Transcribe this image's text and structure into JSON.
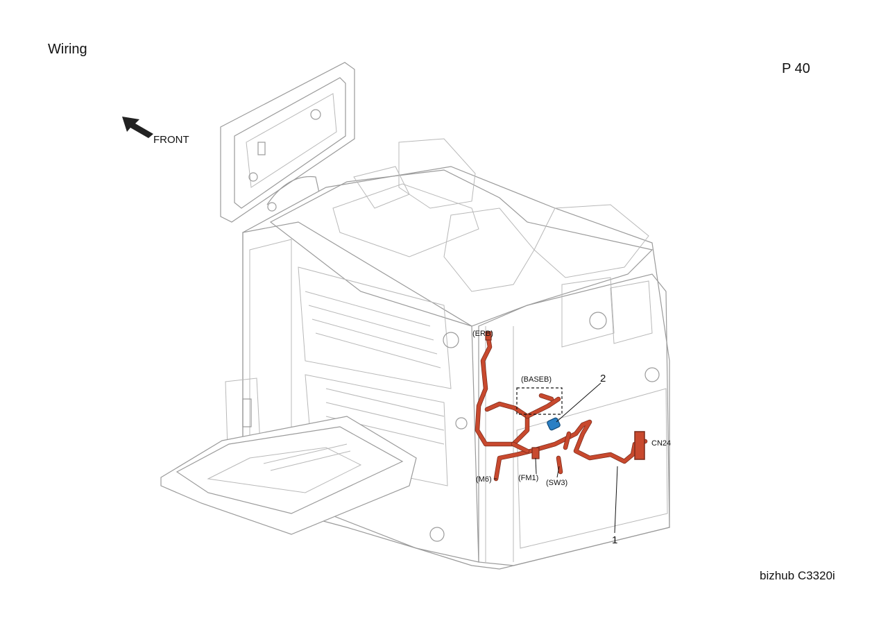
{
  "header": {
    "title": "Wiring",
    "page_number": "P 40"
  },
  "footer": {
    "model": "bizhub C3320i"
  },
  "orientation": {
    "label": "FRONT",
    "icon": "arrow-icon"
  },
  "callouts": {
    "erb": "(ERB)",
    "baseb": "(BASEB)",
    "m6": "(M6)",
    "fm1": "(FM1)",
    "sw3": "(SW3)",
    "cn24": "CN24",
    "part1": "1",
    "part2": "2"
  },
  "colors": {
    "harness": "#c8492e",
    "ferrite": "#2a7fc4",
    "line_art": "#9a9a9a"
  }
}
